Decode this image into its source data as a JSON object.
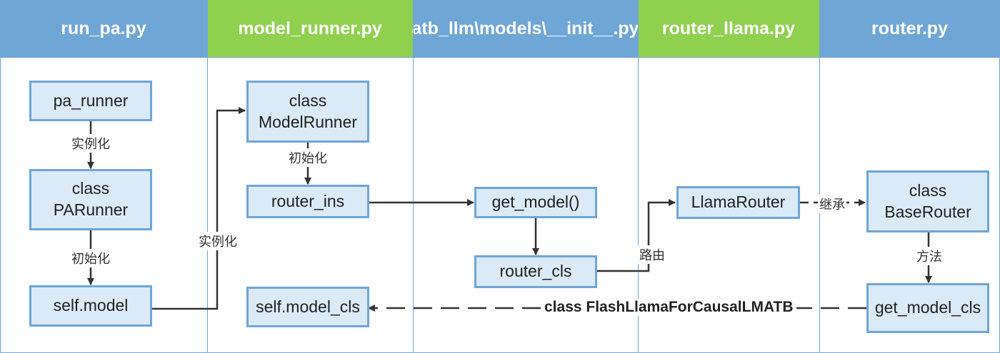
{
  "lanes": [
    {
      "title": "run_pa.py",
      "color": "#6fa6d6"
    },
    {
      "title": "model_runner.py",
      "color": "#8fd04f"
    },
    {
      "title": "atb_llm\\models\\__init__.py",
      "color": "#6fa6d6"
    },
    {
      "title": "router_llama.py",
      "color": "#8fd04f"
    },
    {
      "title": "router.py",
      "color": "#6fa6d6"
    }
  ],
  "nodes": {
    "pa_runner": "pa_runner",
    "class_parunner": "class\nPARunner",
    "self_model": "self.model",
    "class_modelrunner": "class\nModelRunner",
    "router_ins": "router_ins",
    "self_model_cls": "self.model_cls",
    "get_model": "get_model()",
    "router_cls": "router_cls",
    "llama_router": "LlamaRouter",
    "class_baserouter": "class\nBaseRouter",
    "get_model_cls": "get_model_cls"
  },
  "edge_labels": {
    "instantiate_1": "实例化",
    "init_1": "初始化",
    "instantiate_2": "实例化",
    "init_2": "初始化",
    "route": "路由",
    "inherit": "继承",
    "method": "方法",
    "return_class": "class FlashLlamaForCausalLMATB"
  },
  "colors": {
    "lane_blue": "#6fa6d6",
    "lane_green": "#8fd04f",
    "node_fill": "#daeaf6",
    "node_border": "#6fa6d6",
    "edge": "#333333"
  }
}
